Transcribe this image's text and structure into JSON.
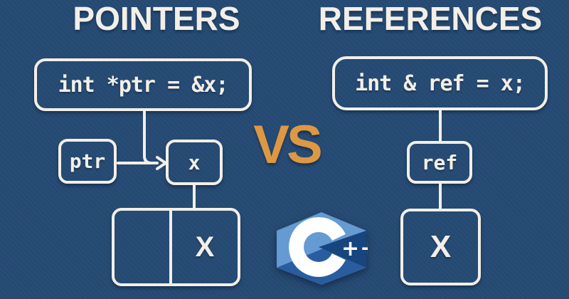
{
  "titles": {
    "left": "POINTERS",
    "right": "REFERENCES"
  },
  "vs_label": "VS",
  "left_panel": {
    "code": "int *ptr = &x;",
    "pointer_label": "ptr",
    "variable_label": "x",
    "memory_value": "X"
  },
  "right_panel": {
    "code": "int & ref = x;",
    "reference_label": "ref",
    "memory_value": "X"
  },
  "logo": {
    "letter": "C",
    "plus_plus": "++"
  },
  "colors": {
    "background": "#254a73",
    "stroke": "#f2efe8",
    "text": "#f2efe8",
    "vs_accent": "#dd9843",
    "logo_light": "#659ad2",
    "logo_medium": "#2a5d9f",
    "logo_dark": "#17457e"
  }
}
